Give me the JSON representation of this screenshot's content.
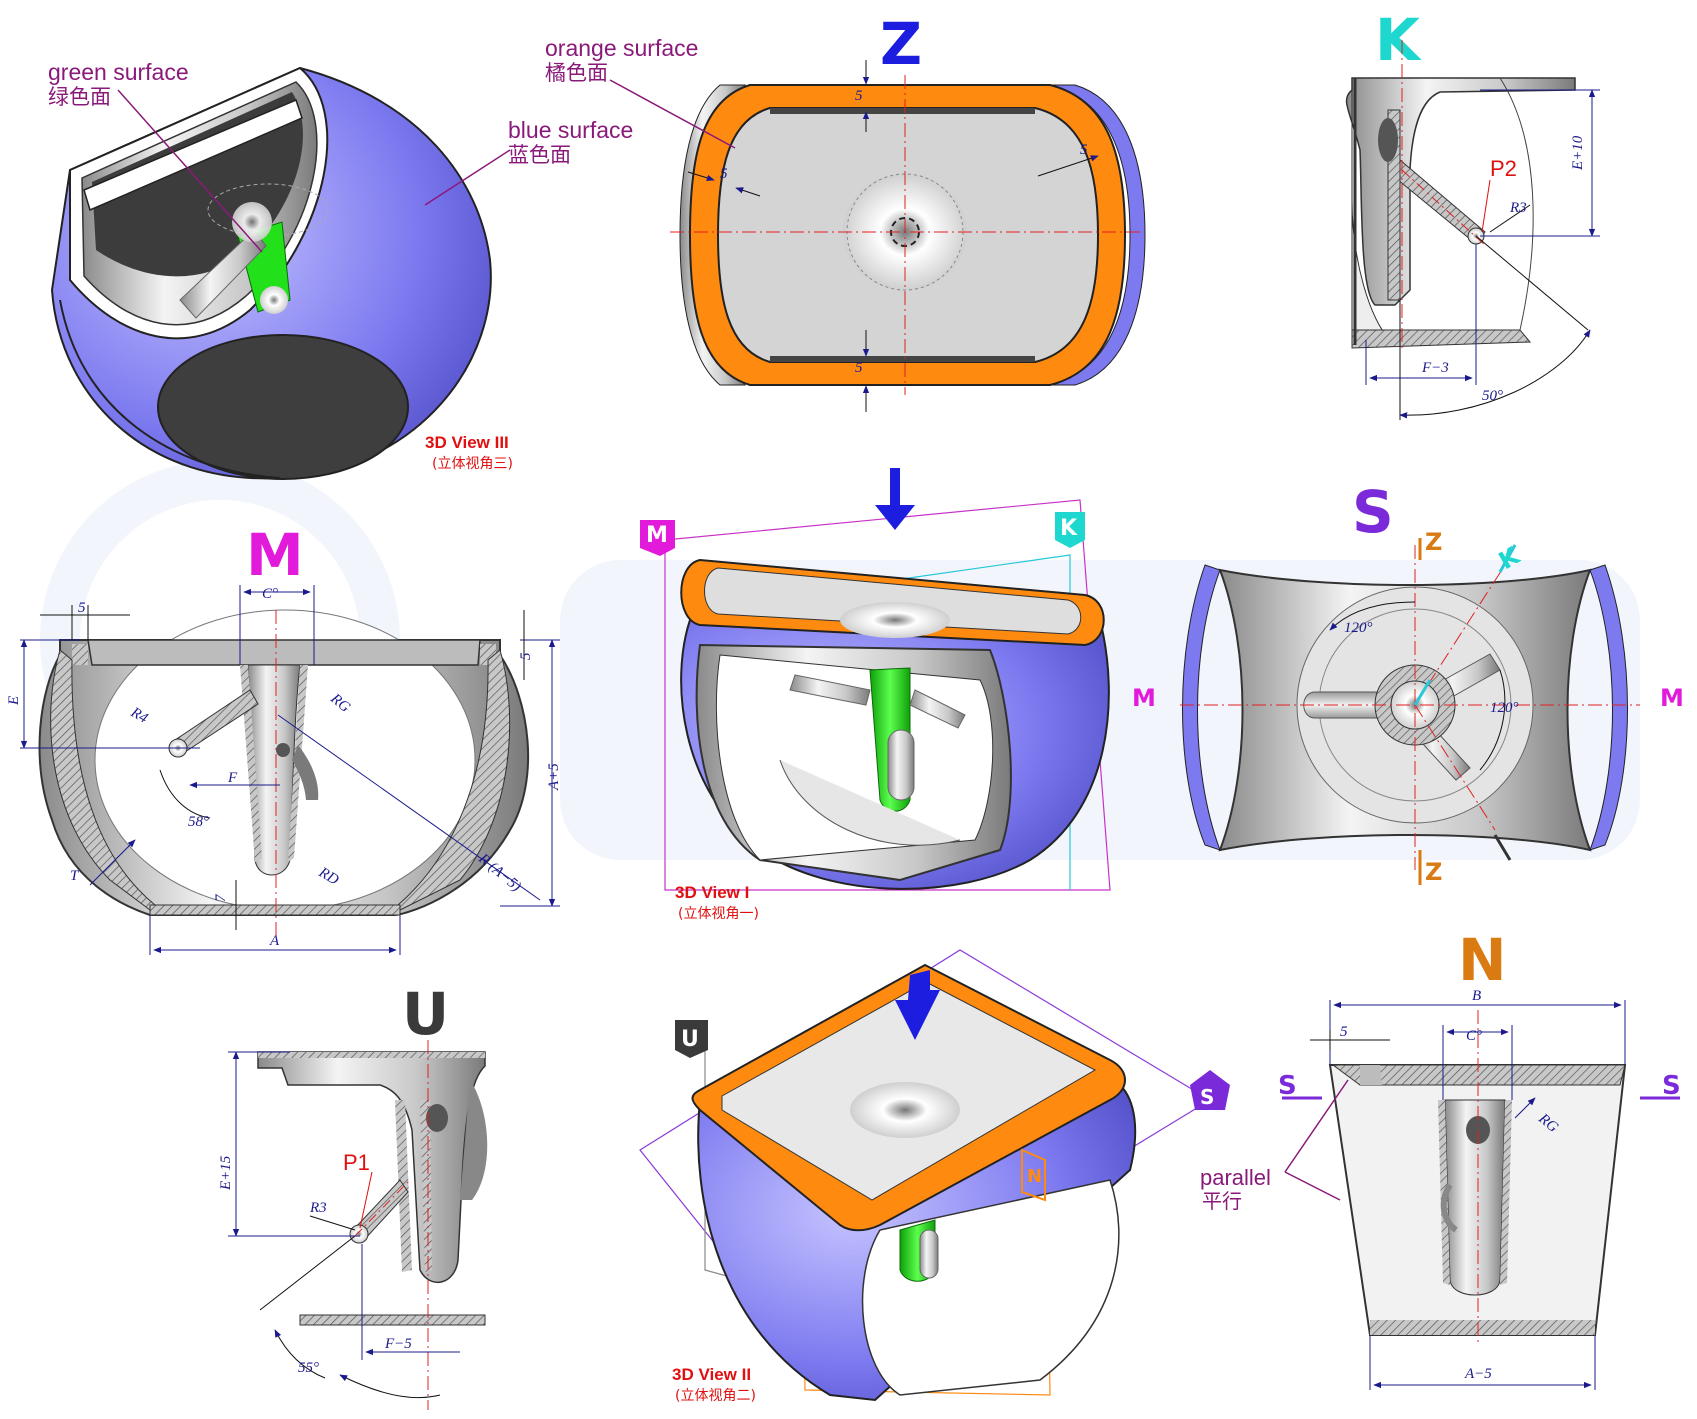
{
  "colors": {
    "green": "#22e01a",
    "orange": "#ff8a10",
    "blue": "#7d7af0",
    "z_letter": "#1d1de0",
    "k_letter": "#1ed8d0",
    "m_letter": "#e21ad9",
    "s_letter": "#7a2ad8",
    "n_letter": "#d97a12",
    "u_letter": "#3a3a3a",
    "callout_text": "#8a1a7a",
    "view_caption": "#e01010",
    "dim_blue": "#1a1a8c",
    "centerline": "#e02020"
  },
  "callouts": {
    "green_en": "green surface",
    "green_cn": "绿色面",
    "blue_en": "blue surface",
    "blue_cn": "蓝色面",
    "orange_en": "orange surface",
    "orange_cn": "橘色面",
    "parallel_en": "parallel",
    "parallel_cn": "平行"
  },
  "views": {
    "z": "Z",
    "k": "K",
    "m": "M",
    "s": "S",
    "n": "N",
    "u": "U",
    "view3_en": "3D View III",
    "view3_cn": "(立体视角三)",
    "view1_en": "3D View I",
    "view1_cn": "(立体视角一)",
    "view2_en": "3D View II",
    "view2_cn": "(立体视角二)"
  },
  "dims": {
    "five": "5",
    "e_plus_10": "E+10",
    "p2": "P2",
    "r3": "R3",
    "f_minus_3": "F−3",
    "fifty": "50°",
    "c_deg": "C°",
    "e": "E",
    "rg": "RG",
    "r4": "R4",
    "f": "F",
    "fifty_eight": "58°",
    "a_plus_5": "A+5",
    "t": "T",
    "rd": "RD",
    "r_a_minus_5": "R (A−5)",
    "seven": "7",
    "a": "A",
    "one_twenty": "120°",
    "e_plus_15": "E+15",
    "p1": "P1",
    "fifty_five": "55°",
    "f_minus_5": "F−5",
    "b": "B",
    "a_minus_5": "A−5"
  },
  "section_marks": {
    "m": "M",
    "s": "S",
    "z": "Z",
    "k": "K",
    "u": "U",
    "n": "N"
  }
}
